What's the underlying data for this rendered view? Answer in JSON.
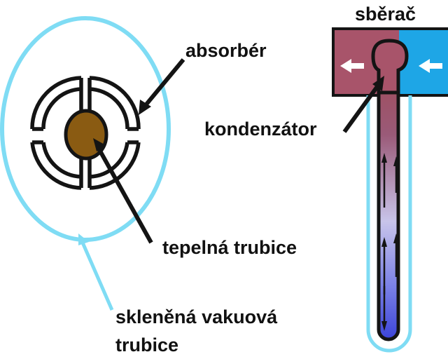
{
  "labels": {
    "collector": "sběrač",
    "absorber": "absorbér",
    "condenser": "kondenzátor",
    "heat_pipe": "tepelná trubice",
    "glass_tube_line1": "skleněná vakuová",
    "glass_tube_line2": "trubice"
  },
  "colors": {
    "glass": "#7fdcf4",
    "absorber_stroke": "#141414",
    "heat_pipe_fill": "#8a5b12",
    "collector_hot": "#a8546a",
    "collector_cold": "#1ea6e6",
    "pipe_top": "#a04e5e",
    "pipe_bottom": "#3c44d8"
  }
}
